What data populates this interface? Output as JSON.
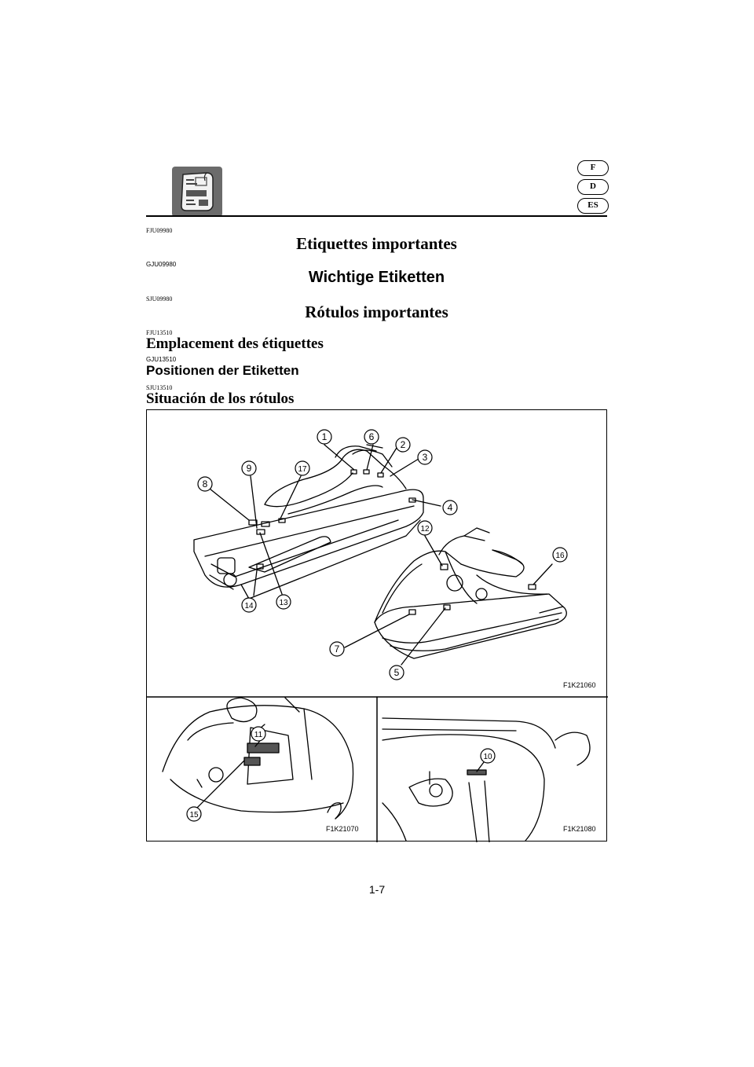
{
  "header": {
    "languages": [
      "F",
      "D",
      "ES"
    ]
  },
  "sections": {
    "important_labels": {
      "fr": {
        "code": "FJU09980",
        "title": "Etiquettes importantes"
      },
      "de": {
        "code": "GJU09980",
        "title": "Wichtige Etiketten"
      },
      "es": {
        "code": "SJU09980",
        "title": "Rótulos importantes"
      }
    },
    "label_location": {
      "fr": {
        "code": "FJU13510",
        "title": "Emplacement des étiquettes"
      },
      "de": {
        "code": "GJU13510",
        "title": "Positionen der Etiketten"
      },
      "es": {
        "code": "SJU13510",
        "title": "Situación de los rótulos"
      }
    }
  },
  "figure": {
    "main_code": "F1K21060",
    "bottom_left_code": "F1K21070",
    "bottom_right_code": "F1K21080",
    "callouts": [
      "1",
      "6",
      "2",
      "3",
      "9",
      "17",
      "8",
      "4",
      "12",
      "16",
      "14",
      "13",
      "7",
      "5",
      "11",
      "15",
      "10"
    ]
  },
  "page_number": "1-7"
}
